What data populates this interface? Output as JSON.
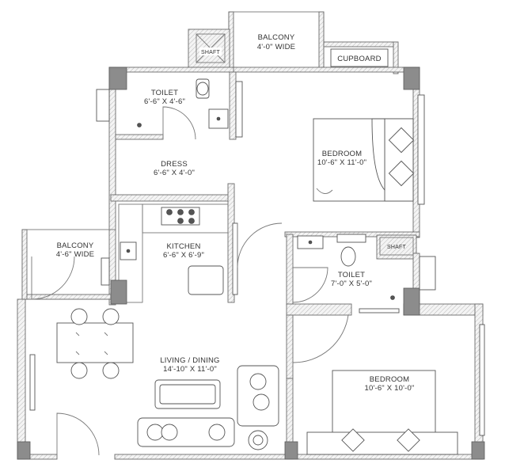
{
  "rooms": {
    "balcony_top": {
      "name": "BALCONY",
      "size": "4'-0\" WIDE"
    },
    "shaft_top": {
      "name": "SHAFT"
    },
    "cupboard": {
      "name": "CUPBOARD"
    },
    "toilet_1": {
      "name": "TOILET",
      "size": "6'-6\" X 4'-6\""
    },
    "dress": {
      "name": "DRESS",
      "size": "6'-6\" X 4'-0\""
    },
    "bedroom_1": {
      "name": "BEDROOM",
      "size": "10'-6\" X 11'-0\""
    },
    "kitchen": {
      "name": "KITCHEN",
      "size": "6'-6\" X 6'-9\""
    },
    "balcony_left": {
      "name": "BALCONY",
      "size": "4'-6\" WIDE"
    },
    "shaft_right": {
      "name": "SHAFT"
    },
    "toilet_2": {
      "name": "TOILET",
      "size": "7'-0\" X 5'-0\""
    },
    "living_dining": {
      "name": "LIVING / DINING",
      "size": "14'-10\" X 11'-0\""
    },
    "bedroom_2": {
      "name": "BEDROOM",
      "size": "10'-6\" X 10'-0\""
    }
  },
  "colors": {
    "wall": "#6a6a6a",
    "column": "#8c8c8c",
    "background": "#ffffff"
  }
}
